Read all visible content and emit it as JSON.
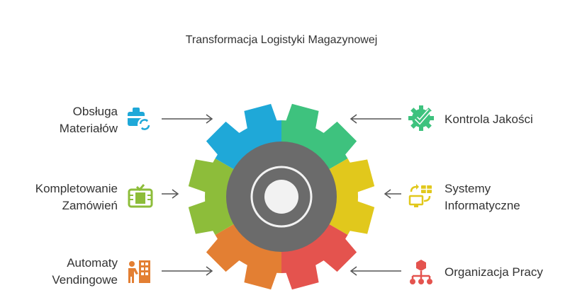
{
  "title": "Transformacja Logistyki Magazynowej",
  "segments": [
    {
      "id": "obsluga",
      "label_lines": [
        "Obsługa",
        "Materiałów"
      ],
      "color": "#1fa8d8",
      "icon": "box-recycle-icon",
      "side": "left"
    },
    {
      "id": "kompletowanie",
      "label_lines": [
        "Kompletowanie",
        "Zamówień"
      ],
      "color": "#8dbd3a",
      "icon": "order-picking-icon",
      "side": "left"
    },
    {
      "id": "automaty",
      "label_lines": [
        "Automaty",
        "Vendingowe"
      ],
      "color": "#e37f33",
      "icon": "vending-worker-icon",
      "side": "left"
    },
    {
      "id": "kontrola",
      "label_lines": [
        "Kontrola Jakości"
      ],
      "color": "#3ec27e",
      "icon": "quality-check-gear-icon",
      "side": "right"
    },
    {
      "id": "systemy",
      "label_lines": [
        "Systemy",
        "Informatyczne"
      ],
      "color": "#e1c81c",
      "icon": "computer-systems-icon",
      "side": "right"
    },
    {
      "id": "organizacja",
      "label_lines": [
        "Organizacja Pracy"
      ],
      "color": "#e4534e",
      "icon": "org-hierarchy-icon",
      "side": "right"
    }
  ],
  "colors": {
    "hub": "#6b6b6b",
    "hub_ring": "#f2f2f2",
    "center": "#f2f2f2",
    "arrow": "#555555"
  }
}
